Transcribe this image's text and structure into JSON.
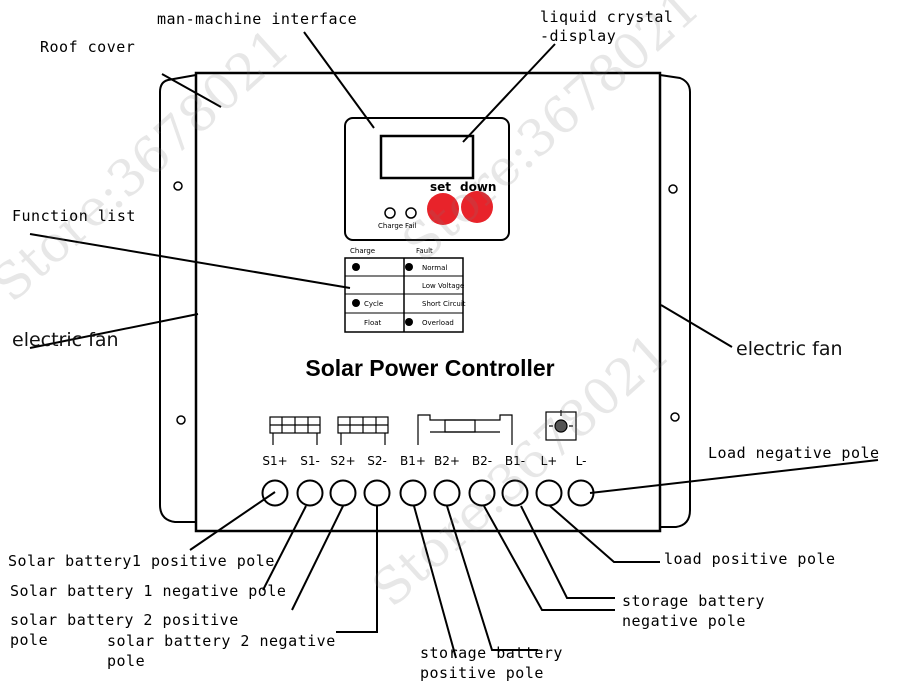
{
  "title": "Solar Power Controller",
  "labels": {
    "roof_cover": "Roof cover",
    "man_machine": "man-machine interface",
    "lcd": "liquid crystal -display",
    "function_list": "Function list",
    "fan_left": "electric fan",
    "fan_right": "electric fan",
    "load_negative": "Load negative pole",
    "solar1_positive": "Solar battery1 positive pole",
    "solar1_negative": "Solar battery 1 negative pole",
    "solar2_positive": "solar battery 2 positive pole",
    "solar2_negative": "solar battery 2 negative pole",
    "storage_positive": "storage battery positive pole",
    "storage_negative": "storage battery negative pole",
    "load_positive": "load positive pole"
  },
  "buttons": {
    "set": "set",
    "down": "down"
  },
  "leds": {
    "charge": "Charge",
    "fail": "Fail"
  },
  "function_list": {
    "header_left": "Charge",
    "header_right": "Fault",
    "rows": [
      {
        "left": "",
        "right": "Normal"
      },
      {
        "left": "",
        "right": "Low Voltage"
      },
      {
        "left": "Cycle",
        "right": "Short Circuit"
      },
      {
        "left": "Float",
        "right": "Overload"
      }
    ]
  },
  "terminals": [
    "S1+",
    "S1-",
    "S2+",
    "S2-",
    "B1+",
    "B2+",
    "B2-",
    "B1-",
    "L+",
    "L-"
  ],
  "watermark": "Store:3678021",
  "colors": {
    "button_red": "#e8232a",
    "outline": "#000000"
  }
}
